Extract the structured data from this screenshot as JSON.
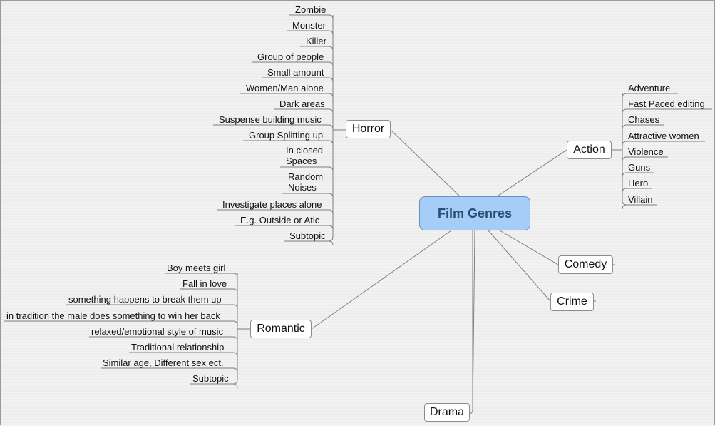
{
  "central": "Film Genres",
  "topics": {
    "horror": "Horror",
    "action": "Action",
    "comedy": "Comedy",
    "crime": "Crime",
    "romantic": "Romantic",
    "drama": "Drama"
  },
  "horror_items": [
    "Zombie",
    "Monster",
    "Killer",
    "Group of people",
    "Small amount",
    "Women/Man alone",
    "Dark areas",
    "Suspense building music",
    "Group Splitting up",
    "In closed\nSpaces",
    "Random\nNoises",
    "Investigate places alone",
    "E.g. Outside or Atic",
    "Subtopic"
  ],
  "action_items": [
    "Adventure",
    "Fast Paced editing",
    "Chases",
    "Attractive women",
    "Violence",
    "Guns",
    "Hero",
    "Villain"
  ],
  "romantic_items": [
    "Boy meets girl",
    "Fall in love",
    "something happens to break them up",
    "in tradition the male does something to win her back",
    "relaxed/emotional style of music",
    "Traditional relationship",
    "Similar age, Different sex ect.",
    "Subtopic"
  ]
}
